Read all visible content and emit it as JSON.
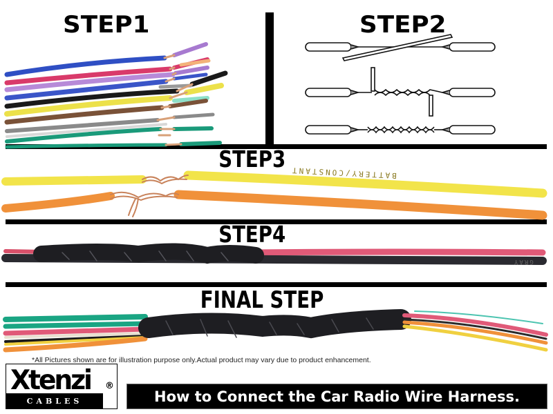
{
  "steps": [
    {
      "id": "step1",
      "title": "STEP1",
      "illustration": "stripped-colored-wires-photo"
    },
    {
      "id": "step2",
      "title": "STEP2",
      "illustration": "wire-twisting-diagram"
    },
    {
      "id": "step3",
      "title": "STEP3",
      "illustration": "twisted-copper-splice-photo",
      "wire_print": "BATTERY/CONSTANT"
    },
    {
      "id": "step4",
      "title": "STEP4",
      "illustration": "taped-splice-photo",
      "wire_print": "GRAY"
    },
    {
      "id": "final",
      "title": "FINAL STEP",
      "illustration": "taped-harness-photo"
    }
  ],
  "disclaimer": "*All Pictures shown are for illustration purpose only.Actual product may vary due to product enhancement.",
  "brand": {
    "logo_text": "Xtenzi",
    "logo_sub": "CABLES",
    "registered_mark": "®"
  },
  "banner": {
    "title": "How to Connect the Car Radio Wire Harness."
  },
  "colors": {
    "background": "#ffffff",
    "divider": "#000000",
    "banner_bg": "#000000",
    "banner_text": "#ffffff",
    "wire_blue": "#2f4fc4",
    "wire_purple": "#a77ad0",
    "wire_red": "#d93a6a",
    "wire_black": "#1a1a1a",
    "wire_yellow": "#ece14a",
    "wire_brown": "#7a5238",
    "wire_gray": "#8a8a8a",
    "wire_green": "#1a9a7a",
    "wire_orange": "#f0913a",
    "copper": "#c8825a",
    "tape": "#222226"
  }
}
